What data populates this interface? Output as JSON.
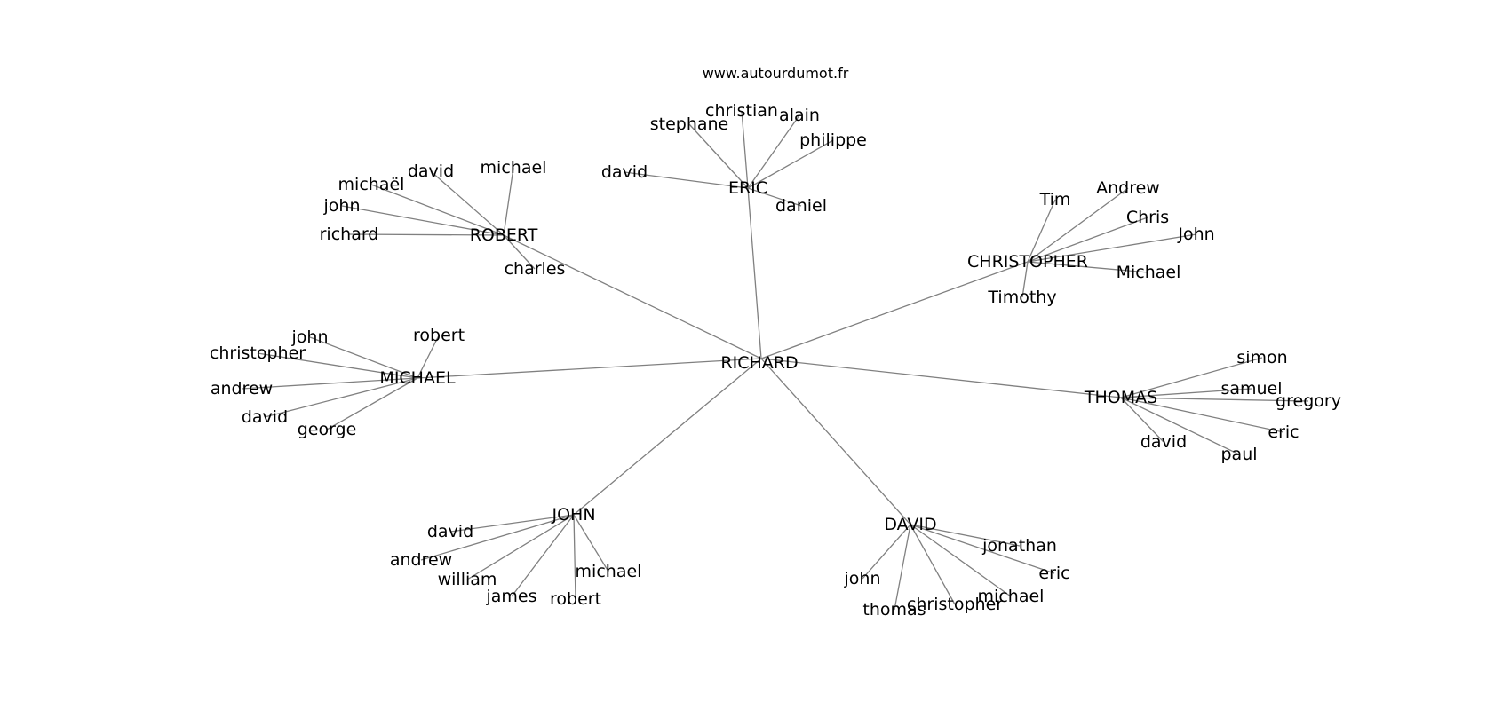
{
  "header": {
    "site": "www.autourdumot.fr"
  },
  "graph": {
    "center": "RICHARD",
    "clusters": [
      {
        "hub": "ERIC",
        "leaves": [
          "david",
          "stephane",
          "christian",
          "alain",
          "philippe",
          "daniel"
        ]
      },
      {
        "hub": "ROBERT",
        "leaves": [
          "michaël",
          "david",
          "michael",
          "john",
          "richard",
          "charles"
        ]
      },
      {
        "hub": "CHRISTOPHER",
        "leaves": [
          "Tim",
          "Andrew",
          "Chris",
          "John",
          "Michael",
          "Timothy"
        ]
      },
      {
        "hub": "MICHAEL",
        "leaves": [
          "john",
          "christopher",
          "robert",
          "andrew",
          "david",
          "george"
        ]
      },
      {
        "hub": "THOMAS",
        "leaves": [
          "simon",
          "samuel",
          "gregory",
          "eric",
          "david",
          "paul"
        ]
      },
      {
        "hub": "JOHN",
        "leaves": [
          "david",
          "andrew",
          "william",
          "james",
          "robert",
          "michael"
        ]
      },
      {
        "hub": "DAVID",
        "leaves": [
          "jonathan",
          "eric",
          "john",
          "thomas",
          "christopher",
          "michael"
        ]
      }
    ]
  }
}
